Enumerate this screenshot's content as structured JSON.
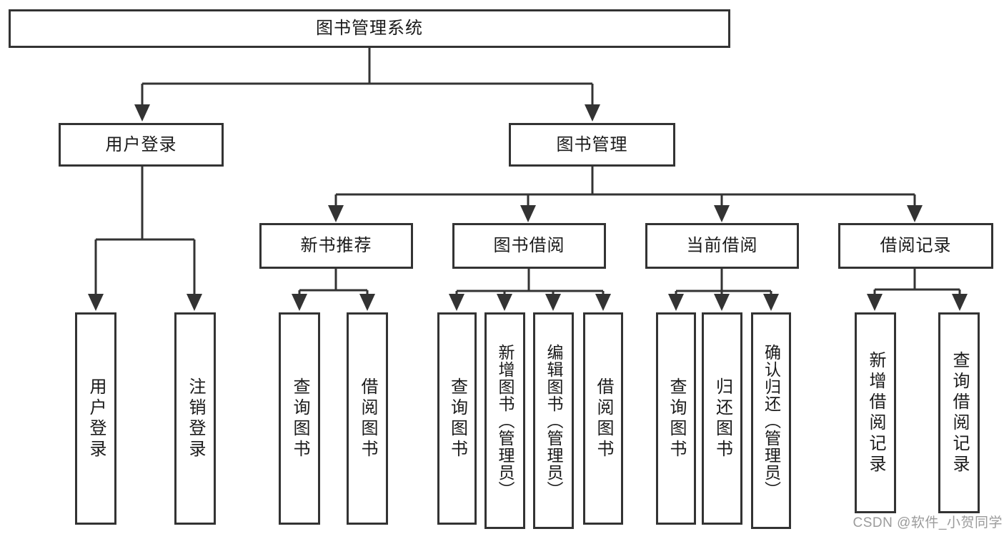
{
  "colors": {
    "line": "#333333",
    "box_border": "#333333",
    "box_fill": "#ffffff",
    "text": "#1a1a1a",
    "watermark": "#9b9b9b"
  },
  "tree": {
    "root": "图书管理系统",
    "branches": [
      {
        "label": "用户登录",
        "children": [
          "用户登录",
          "注销登录"
        ]
      },
      {
        "label": "图书管理",
        "sections": [
          {
            "label": "新书推荐",
            "children": [
              "查询图书",
              "借阅图书"
            ]
          },
          {
            "label": "图书借阅",
            "children": [
              "查询图书",
              "新增图书（管理员）",
              "编辑图书（管理员）",
              "借阅图书"
            ]
          },
          {
            "label": "当前借阅",
            "children": [
              "查询图书",
              "归还图书",
              "确认归还（管理员）"
            ]
          },
          {
            "label": "借阅记录",
            "children": [
              "新增借阅记录",
              "查询借阅记录"
            ]
          }
        ]
      }
    ]
  },
  "watermark": {
    "text": "CSDN @软件_小贺同学"
  }
}
